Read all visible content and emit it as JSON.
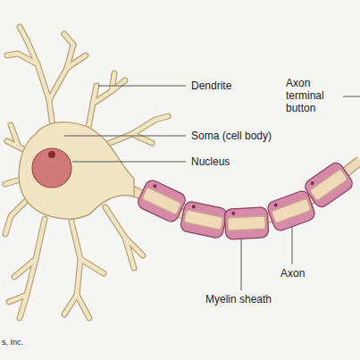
{
  "diagram": {
    "labels": [
      "Dendrite",
      "Axon terminal button",
      "Soma (cell body)",
      "Nucleus",
      "Axon",
      "Myelin sheath",
      "s, Inc."
    ]
  }
}
